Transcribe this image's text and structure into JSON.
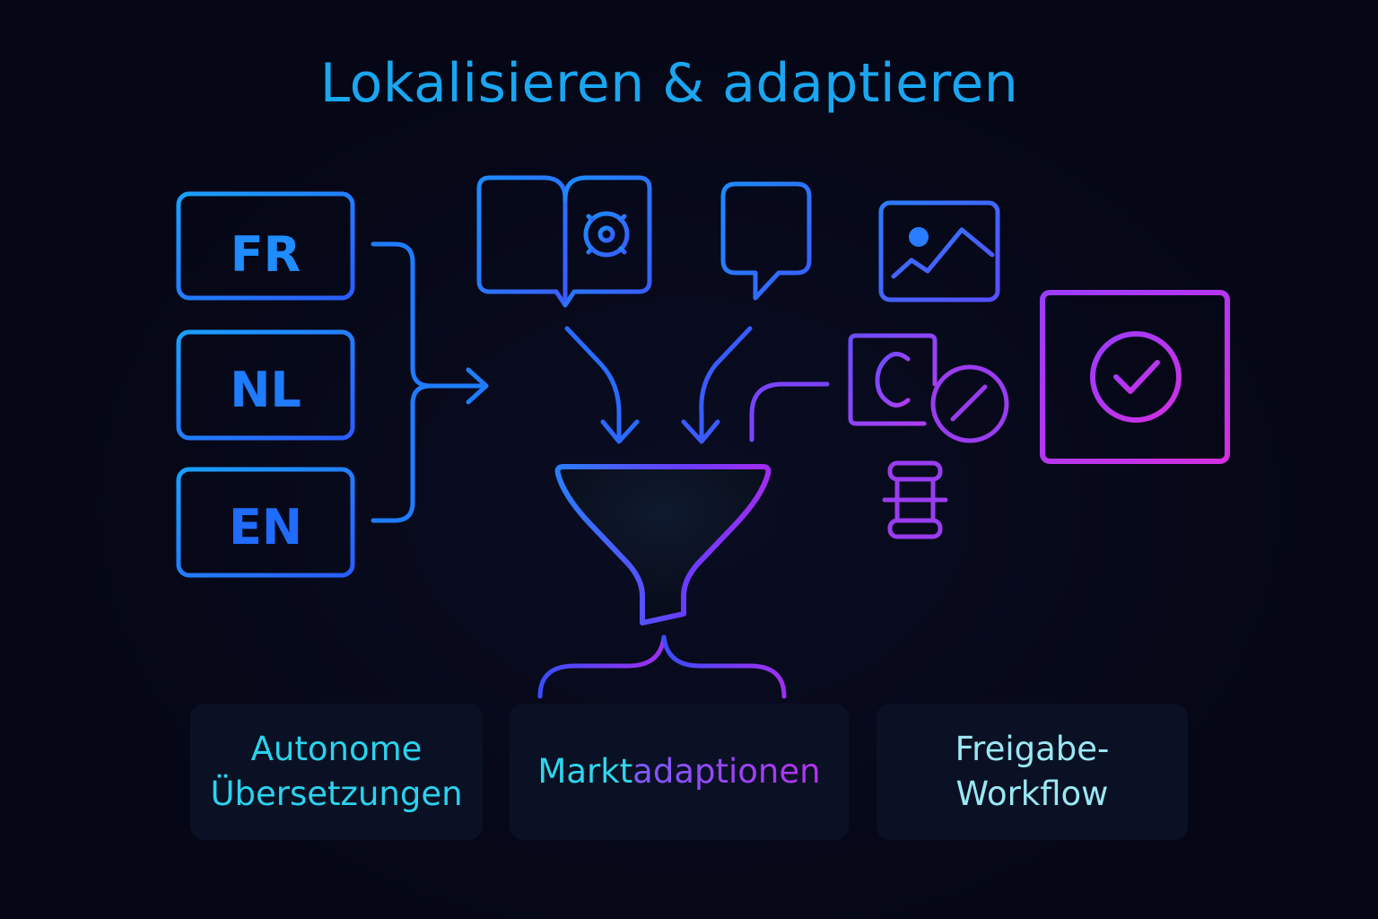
{
  "title": "Lokalisieren & adaptieren",
  "languages": [
    "FR",
    "NL",
    "EN"
  ],
  "icons": [
    "book-gear-icon",
    "speech-bubble-icon",
    "image-icon",
    "euro-document-icon",
    "no-sign-icon",
    "scroll-icon",
    "funnel-icon",
    "monitor-check-icon"
  ],
  "cards": {
    "autonome": {
      "line1": "Autonome",
      "line2": "Übersetzungen"
    },
    "markt": {
      "part1": "Markt",
      "part2": "adaptionen"
    },
    "freigabe": {
      "line1": "Freigabe-",
      "line2": "Workflow"
    }
  },
  "colors": {
    "background": "#050716",
    "cyan": "#1aa6f0",
    "blue": "#2a6bff",
    "purple": "#8a3cff",
    "magenta": "#c531e8"
  }
}
